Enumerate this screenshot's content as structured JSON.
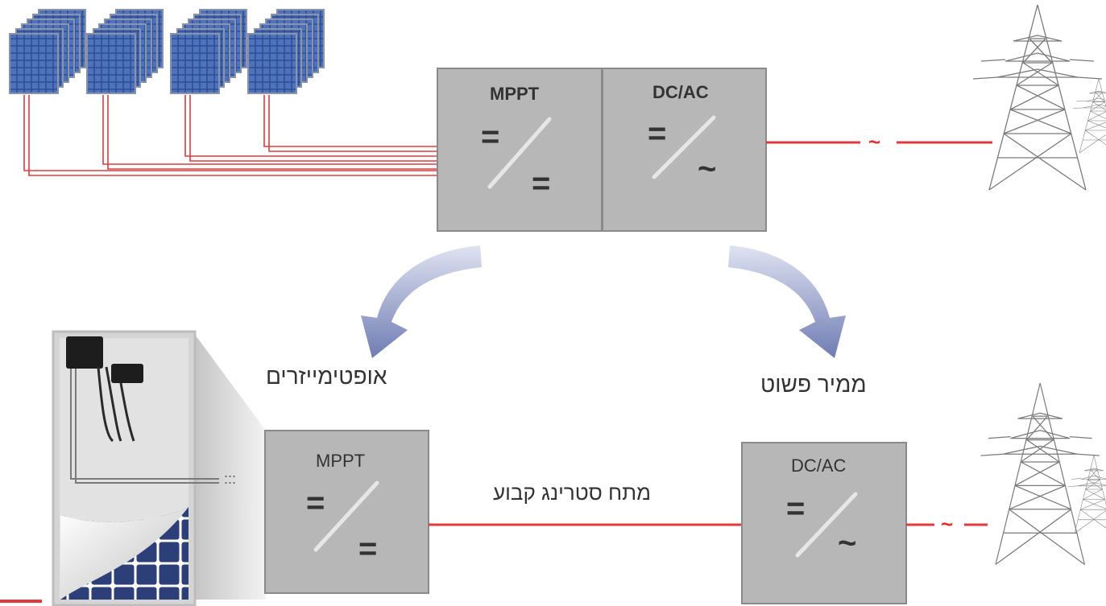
{
  "colors": {
    "wire": "#e03a3e",
    "box_fill": "#b7b7b7",
    "box_stroke": "#8a8a8a",
    "arrow": "#7b87b8",
    "panel": "#3f5fa8",
    "tower": "#777777"
  },
  "top_system": {
    "mppt_box": {
      "title": "MPPT",
      "input_symbol": "=",
      "output_symbol": "="
    },
    "inverter_box": {
      "title": "DC/AC",
      "input_symbol": "=",
      "output_symbol": "~"
    },
    "grid_symbol": "~"
  },
  "left_branch": {
    "caption": "אופטימייזרים",
    "optimizer_box": {
      "title": "MPPT",
      "input_symbol": "=",
      "output_symbol": "="
    },
    "connector_dots": ":::",
    "string_label": "מתח סטרינג קבוע"
  },
  "right_branch": {
    "caption": "ממיר פשוט",
    "inverter_box": {
      "title": "DC/AC",
      "input_symbol": "=",
      "output_symbol": "~"
    },
    "grid_symbol": "~"
  },
  "icons": [
    "solar-panel-array-icon",
    "power-tower-icon",
    "curved-arrow-icon",
    "optimizer-panel-icon"
  ]
}
